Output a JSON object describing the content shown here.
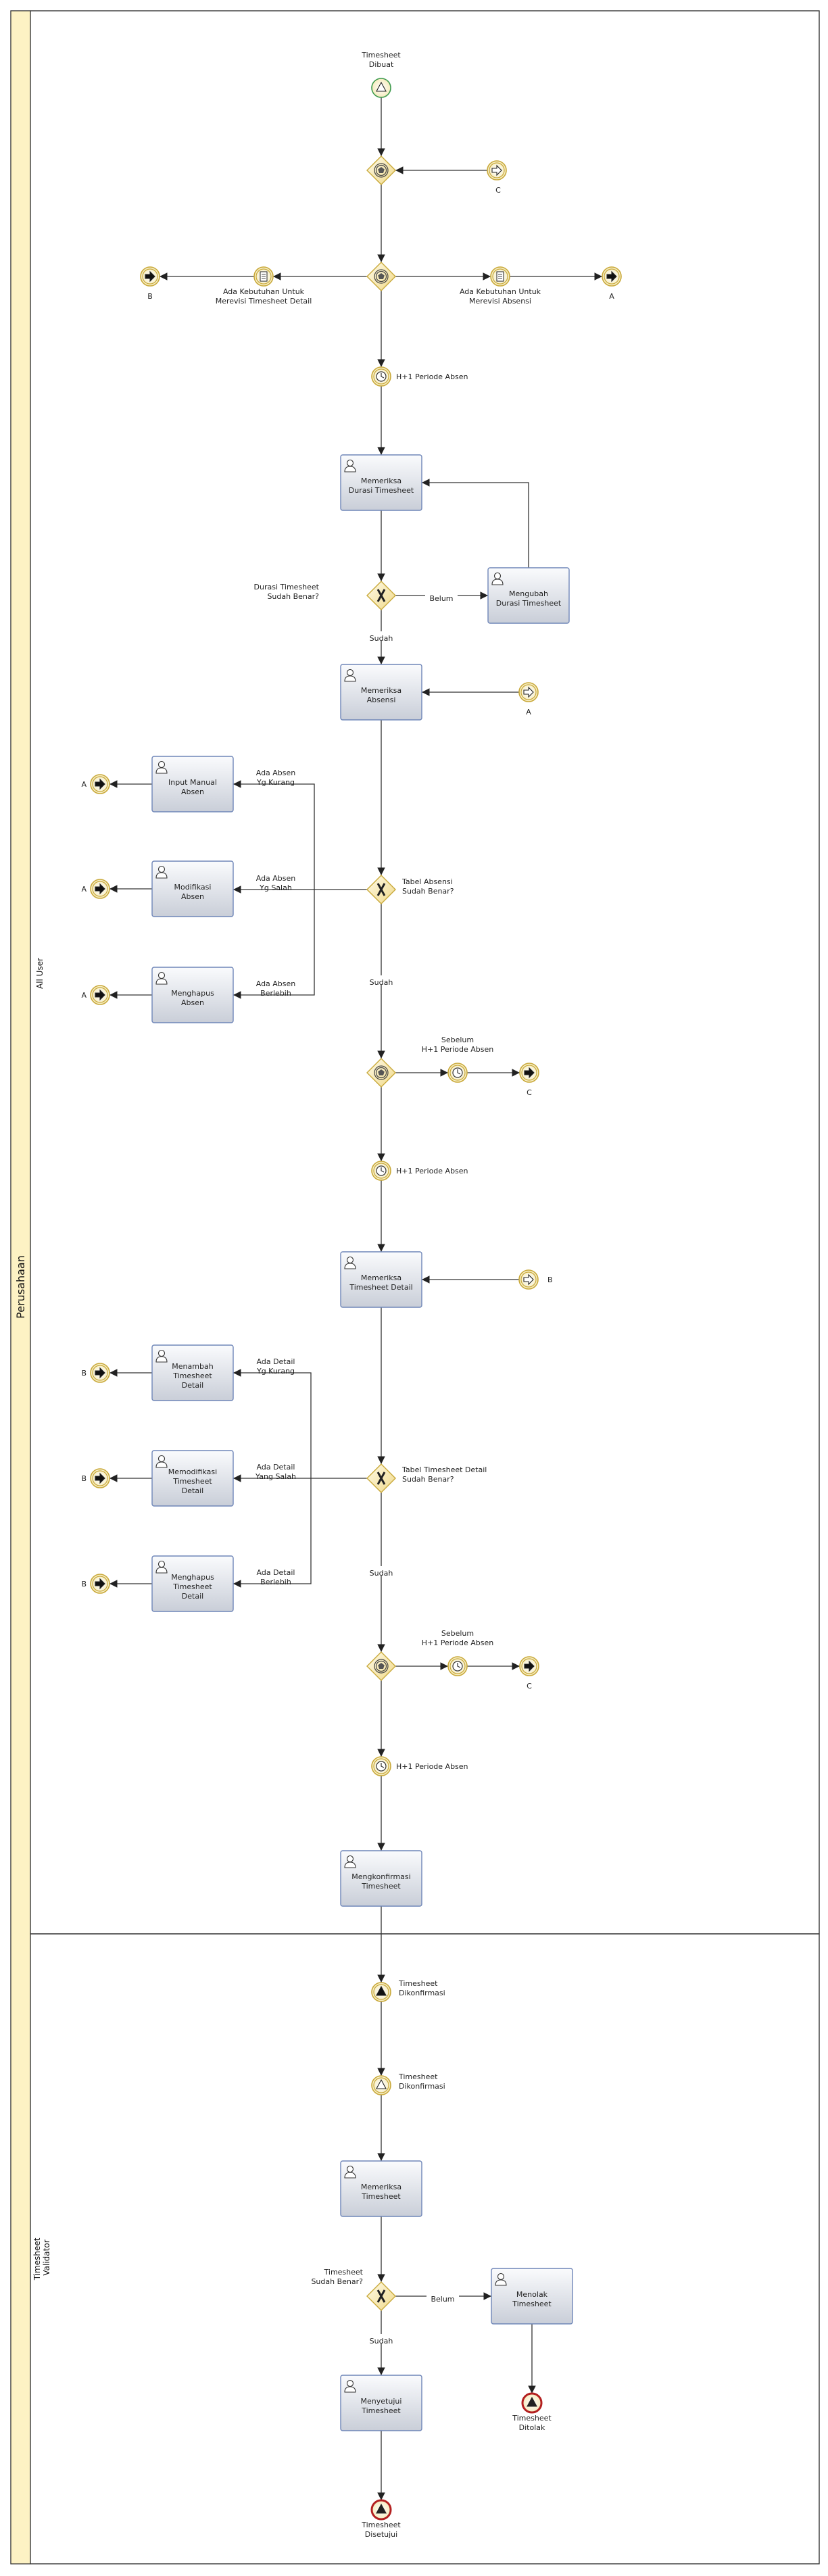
{
  "pool": {
    "label": "Perusahaan"
  },
  "lanes": [
    {
      "id": "lane-all-user",
      "label": "All User"
    },
    {
      "id": "lane-validator",
      "label_lines": [
        "Timesheet",
        "Validator"
      ]
    }
  ],
  "events": [
    {
      "id": "ev-start",
      "kind": "start-signal",
      "label_lines": [
        "Timesheet",
        "Dibuat"
      ]
    },
    {
      "id": "ev-link-in-c",
      "kind": "link-catch",
      "label_lines": [
        "C"
      ]
    },
    {
      "id": "ev-end-b1",
      "kind": "link-throw",
      "label_lines": [
        "B"
      ]
    },
    {
      "id": "ev-end-a1",
      "kind": "link-throw",
      "label_lines": [
        "A"
      ]
    },
    {
      "id": "ev-timer-1",
      "kind": "timer",
      "label_lines": [
        "H+1 Periode Absen"
      ]
    },
    {
      "id": "ev-link-in-a",
      "kind": "link-catch",
      "label_lines": [
        "A"
      ]
    },
    {
      "id": "ev-end-a2",
      "kind": "link-throw",
      "label_lines": [
        "A"
      ]
    },
    {
      "id": "ev-end-a3",
      "kind": "link-throw",
      "label_lines": [
        "A"
      ]
    },
    {
      "id": "ev-end-a4",
      "kind": "link-throw",
      "label_lines": [
        "A"
      ]
    },
    {
      "id": "ev-timer-before-1",
      "kind": "timer",
      "label_lines": [
        "Sebelum",
        "H+1 Periode Absen"
      ]
    },
    {
      "id": "ev-end-c1",
      "kind": "link-throw",
      "label_lines": [
        "C"
      ]
    },
    {
      "id": "ev-timer-2",
      "kind": "timer",
      "label_lines": [
        "H+1 Periode Absen"
      ]
    },
    {
      "id": "ev-link-in-b",
      "kind": "link-catch",
      "label_lines": [
        "B"
      ]
    },
    {
      "id": "ev-end-b2",
      "kind": "link-throw",
      "label_lines": [
        "B"
      ]
    },
    {
      "id": "ev-end-b3",
      "kind": "link-throw",
      "label_lines": [
        "B"
      ]
    },
    {
      "id": "ev-end-b4",
      "kind": "link-throw",
      "label_lines": [
        "B"
      ]
    },
    {
      "id": "ev-timer-before-2",
      "kind": "timer",
      "label_lines": [
        "Sebelum",
        "H+1 Periode Absen"
      ]
    },
    {
      "id": "ev-end-c2",
      "kind": "link-throw",
      "label_lines": [
        "C"
      ]
    },
    {
      "id": "ev-timer-3",
      "kind": "timer",
      "label_lines": [
        "H+1 Periode Absen"
      ]
    },
    {
      "id": "ev-signal-throw",
      "kind": "signal-throw",
      "label_lines": [
        "Timesheet",
        "Dikonfirmasi"
      ]
    },
    {
      "id": "ev-signal-catch",
      "kind": "signal-catch",
      "label_lines": [
        "Timesheet",
        "Dikonfirmasi"
      ]
    },
    {
      "id": "ev-end-rejected",
      "kind": "end-signal",
      "label_lines": [
        "Timesheet",
        "Ditolak"
      ]
    },
    {
      "id": "ev-end-approved",
      "kind": "end-signal",
      "label_lines": [
        "Timesheet",
        "Disetujui"
      ]
    }
  ],
  "gateways": [
    {
      "id": "gw-merge-1",
      "kind": "event",
      "label_lines": []
    },
    {
      "id": "gw-split-1",
      "kind": "event",
      "label_lines": []
    },
    {
      "id": "gw-durasi",
      "kind": "exclusive",
      "label_lines": [
        "Durasi Timesheet",
        "Sudah Benar?"
      ]
    },
    {
      "id": "gw-absensi",
      "kind": "exclusive",
      "label_lines": [
        "Tabel Absensi",
        "Sudah Benar?"
      ]
    },
    {
      "id": "gw-event-2",
      "kind": "event",
      "label_lines": []
    },
    {
      "id": "gw-detail",
      "kind": "exclusive",
      "label_lines": [
        "Tabel Timesheet Detail",
        "Sudah Benar?"
      ]
    },
    {
      "id": "gw-event-3",
      "kind": "event",
      "label_lines": []
    },
    {
      "id": "gw-validasi",
      "kind": "exclusive",
      "label_lines": [
        "Timesheet",
        "Sudah Benar?"
      ]
    }
  ],
  "tasks": [
    {
      "id": "task-memeriksa-durasi",
      "label_lines": [
        "Memeriksa",
        "Durasi Timesheet"
      ]
    },
    {
      "id": "task-mengubah-durasi",
      "label_lines": [
        "Mengubah",
        "Durasi Timesheet"
      ]
    },
    {
      "id": "task-memeriksa-absensi",
      "label_lines": [
        "Memeriksa",
        "Absensi"
      ]
    },
    {
      "id": "task-input-manual-absen",
      "label_lines": [
        "Input Manual",
        "Absen"
      ]
    },
    {
      "id": "task-modifikasi-absen",
      "label_lines": [
        "Modifikasi",
        "Absen"
      ]
    },
    {
      "id": "task-menghapus-absen",
      "label_lines": [
        "Menghapus",
        "Absen"
      ]
    },
    {
      "id": "task-memeriksa-detail",
      "label_lines": [
        "Memeriksa",
        "Timesheet Detail"
      ]
    },
    {
      "id": "task-menambah-detail",
      "label_lines": [
        "Menambah",
        "Timesheet",
        "Detail"
      ]
    },
    {
      "id": "task-memodifikasi-detail",
      "label_lines": [
        "Memodifikasi",
        "Timesheet",
        "Detail"
      ]
    },
    {
      "id": "task-menghapus-detail",
      "label_lines": [
        "Menghapus",
        "Timesheet",
        "Detail"
      ]
    },
    {
      "id": "task-mengkonfirmasi",
      "label_lines": [
        "Mengkonfirmasi",
        "Timesheet"
      ]
    },
    {
      "id": "task-memeriksa-timesheet",
      "label_lines": [
        "Memeriksa",
        "Timesheet"
      ]
    },
    {
      "id": "task-menolak",
      "label_lines": [
        "Menolak",
        "Timesheet"
      ]
    },
    {
      "id": "task-menyetujui",
      "label_lines": [
        "Menyetujui",
        "Timesheet"
      ]
    }
  ],
  "annotations": [
    {
      "id": "ann-validasi-detail",
      "label_lines": [
        "Ada Kebutuhan Untuk",
        "Merevisi Timesheet Detail"
      ]
    },
    {
      "id": "ann-validasi-absensi",
      "label_lines": [
        "Ada Kebutuhan Untuk",
        "Merevisi Absensi"
      ]
    }
  ],
  "flow_labels": [
    {
      "id": "fl-belum-1",
      "label_lines": [
        "Belum"
      ]
    },
    {
      "id": "fl-sudah-1",
      "label_lines": [
        "Sudah"
      ]
    },
    {
      "id": "fl-absen-kurang",
      "label_lines": [
        "Ada Absen",
        "Yg Kurang"
      ]
    },
    {
      "id": "fl-absen-salah",
      "label_lines": [
        "Ada Absen",
        "Yg Salah"
      ]
    },
    {
      "id": "fl-absen-lebih",
      "label_lines": [
        "Ada Absen",
        "Berlebih"
      ]
    },
    {
      "id": "fl-sudah-2",
      "label_lines": [
        "Sudah"
      ]
    },
    {
      "id": "fl-detail-kurang",
      "label_lines": [
        "Ada Detail",
        "Yg Kurang"
      ]
    },
    {
      "id": "fl-detail-salah",
      "label_lines": [
        "Ada Detail",
        "Yang Salah"
      ]
    },
    {
      "id": "fl-detail-lebih",
      "label_lines": [
        "Ada Detail",
        "Berlebih"
      ]
    },
    {
      "id": "fl-sudah-3",
      "label_lines": [
        "Sudah"
      ]
    },
    {
      "id": "fl-belum-2",
      "label_lines": [
        "Belum"
      ]
    },
    {
      "id": "fl-sudah-4",
      "label_lines": [
        "Sudah"
      ]
    }
  ]
}
